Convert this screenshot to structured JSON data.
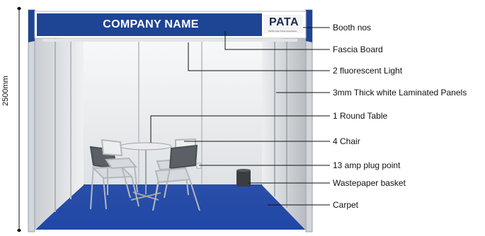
{
  "fascia": {
    "company_name": "COMPANY NAME",
    "logo_text": "PATA",
    "logo_tagline": "Pacific Asia Travel Association"
  },
  "dimension": {
    "height_label": "2500mm"
  },
  "callouts": [
    "Booth nos",
    "Fascia Board",
    "2 fluorescent Light",
    "3mm Thick white Laminated Panels",
    "1 Round Table",
    "4 Chair",
    "13 amp plug point",
    "Wastepaper basket",
    "Carpet"
  ],
  "colors": {
    "fascia_blue": "#1e4494",
    "carpet_blue": "#2a55b8",
    "panel_white": "#eef0f2",
    "frame_silver": "#c8ccd0"
  }
}
